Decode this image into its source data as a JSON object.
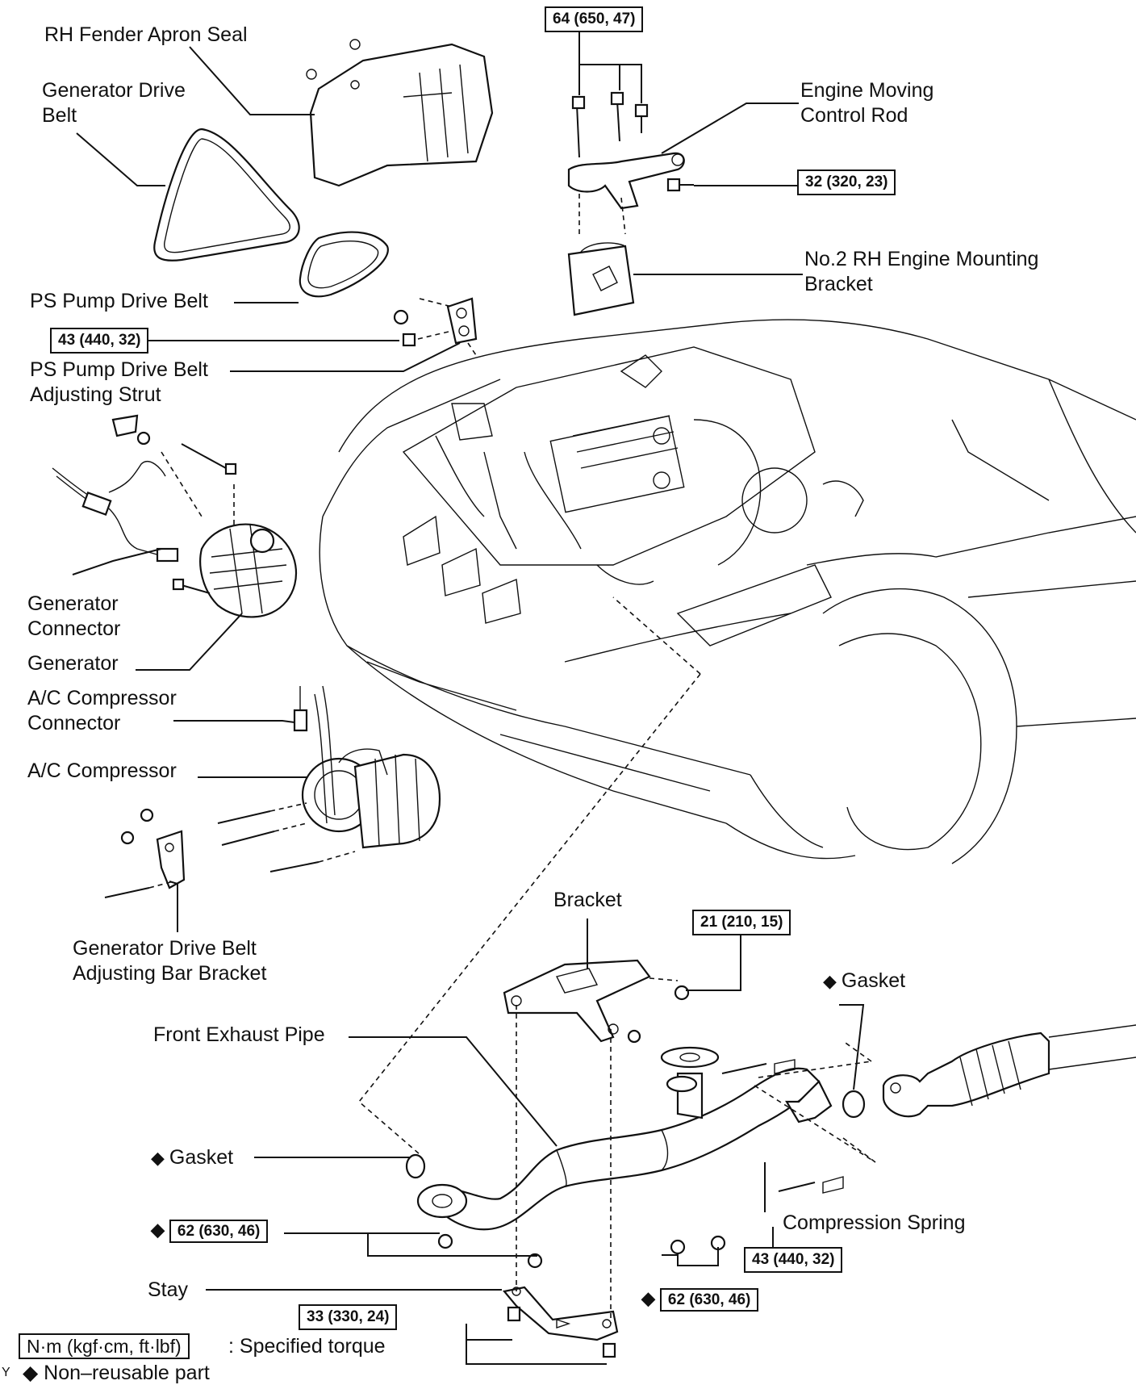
{
  "labels": {
    "rh_fender_apron_seal": "RH Fender Apron Seal",
    "generator_drive_belt_1": "Generator Drive",
    "generator_drive_belt_2": "Belt",
    "engine_moving_control_rod_1": "Engine Moving",
    "engine_moving_control_rod_2": "Control Rod",
    "ps_pump_drive_belt": "PS Pump Drive Belt",
    "no2_rh_engine_mounting_bracket_1": "No.2 RH Engine Mounting",
    "no2_rh_engine_mounting_bracket_2": "Bracket",
    "ps_pump_adjusting_strut_1": "PS Pump Drive Belt",
    "ps_pump_adjusting_strut_2": "Adjusting Strut",
    "generator_connector_1": "Generator",
    "generator_connector_2": "Connector",
    "generator": "Generator",
    "ac_compressor_connector_1": "A/C Compressor",
    "ac_compressor_connector_2": "Connector",
    "ac_compressor": "A/C Compressor",
    "gen_adjusting_bar_bracket_1": "Generator Drive Belt",
    "gen_adjusting_bar_bracket_2": "Adjusting Bar Bracket",
    "bracket": "Bracket",
    "gasket_right": "Gasket",
    "front_exhaust_pipe": "Front Exhaust Pipe",
    "gasket_left": "Gasket",
    "compression_spring": "Compression Spring",
    "stay": "Stay"
  },
  "torques": {
    "t1": "64 (650, 47)",
    "t2": "32 (320, 23)",
    "t3": "43 (440, 32)",
    "t4": "21 (210, 15)",
    "t5": "62 (630, 46)",
    "t6": "43 (440, 32)",
    "t7": "62 (630, 46)",
    "t8": "33 (330, 24)"
  },
  "symbols": {
    "non_reusable": "◆"
  },
  "legend": {
    "unit": "N·m (kgf·cm, ft·lbf)",
    "specified_torque": ": Specified torque",
    "non_reusable": "◆ Non–reusable part",
    "edge_mark": "Y"
  }
}
